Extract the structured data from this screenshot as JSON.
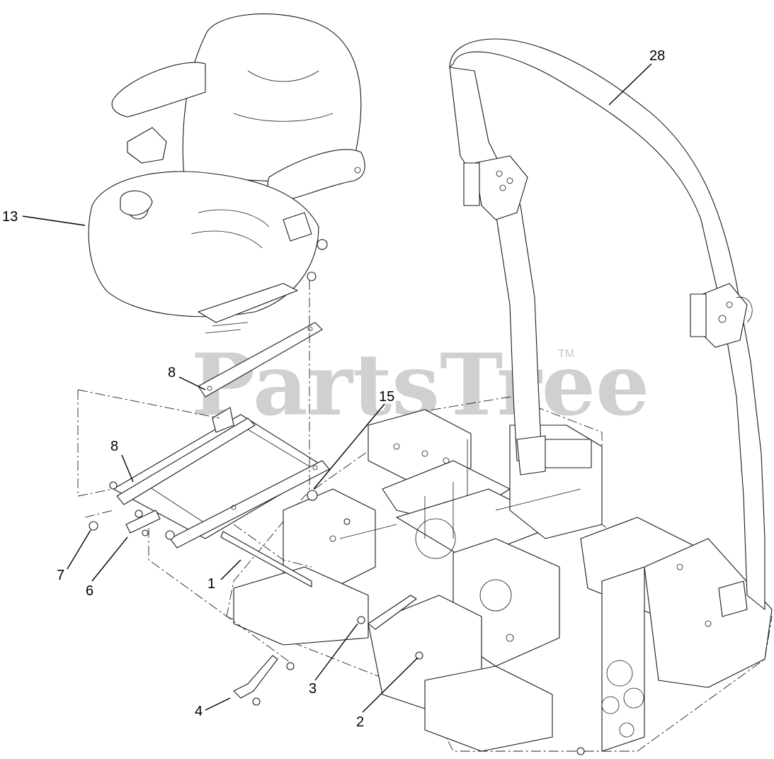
{
  "watermark": {
    "brand": "PartsTree",
    "trademark": "TM"
  },
  "callouts": {
    "c13": "13",
    "c28": "28",
    "c8a": "8",
    "c15": "15",
    "c8b": "8",
    "c7": "7",
    "c6": "6",
    "c1": "1",
    "c3": "3",
    "c2": "2",
    "c4": "4"
  }
}
